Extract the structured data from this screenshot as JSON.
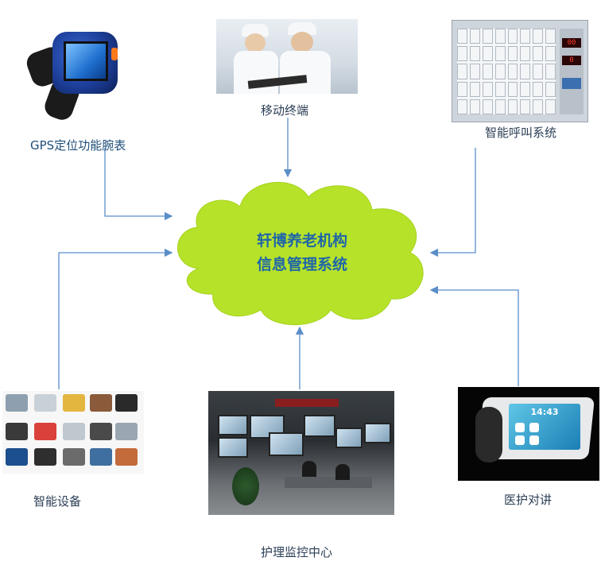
{
  "cloud": {
    "line1": "轩博养老机构",
    "line2": "信息管理系统",
    "fill_color": "#b6e32a"
  },
  "nodes": {
    "gps_watch": {
      "label": "GPS定位功能腕表",
      "icon": "smartwatch-photo"
    },
    "mobile_terminal": {
      "label": "移动终端",
      "icon": "nurses-with-tablet-photo"
    },
    "call_system": {
      "label": "智能呼叫系统",
      "icon": "call-panel-photo"
    },
    "smart_devices": {
      "label": "智能设备",
      "icon": "device-catalog-photo"
    },
    "monitoring_center": {
      "label": "护理监控中心",
      "icon": "control-room-photo"
    },
    "intercom": {
      "label": "医护对讲",
      "icon": "intercom-terminal-photo"
    }
  },
  "call_panel": {
    "display_1": "00",
    "display_2": "0"
  },
  "intercom_screen": {
    "time": "14:43"
  },
  "arrow_color": "#5b8ec9"
}
